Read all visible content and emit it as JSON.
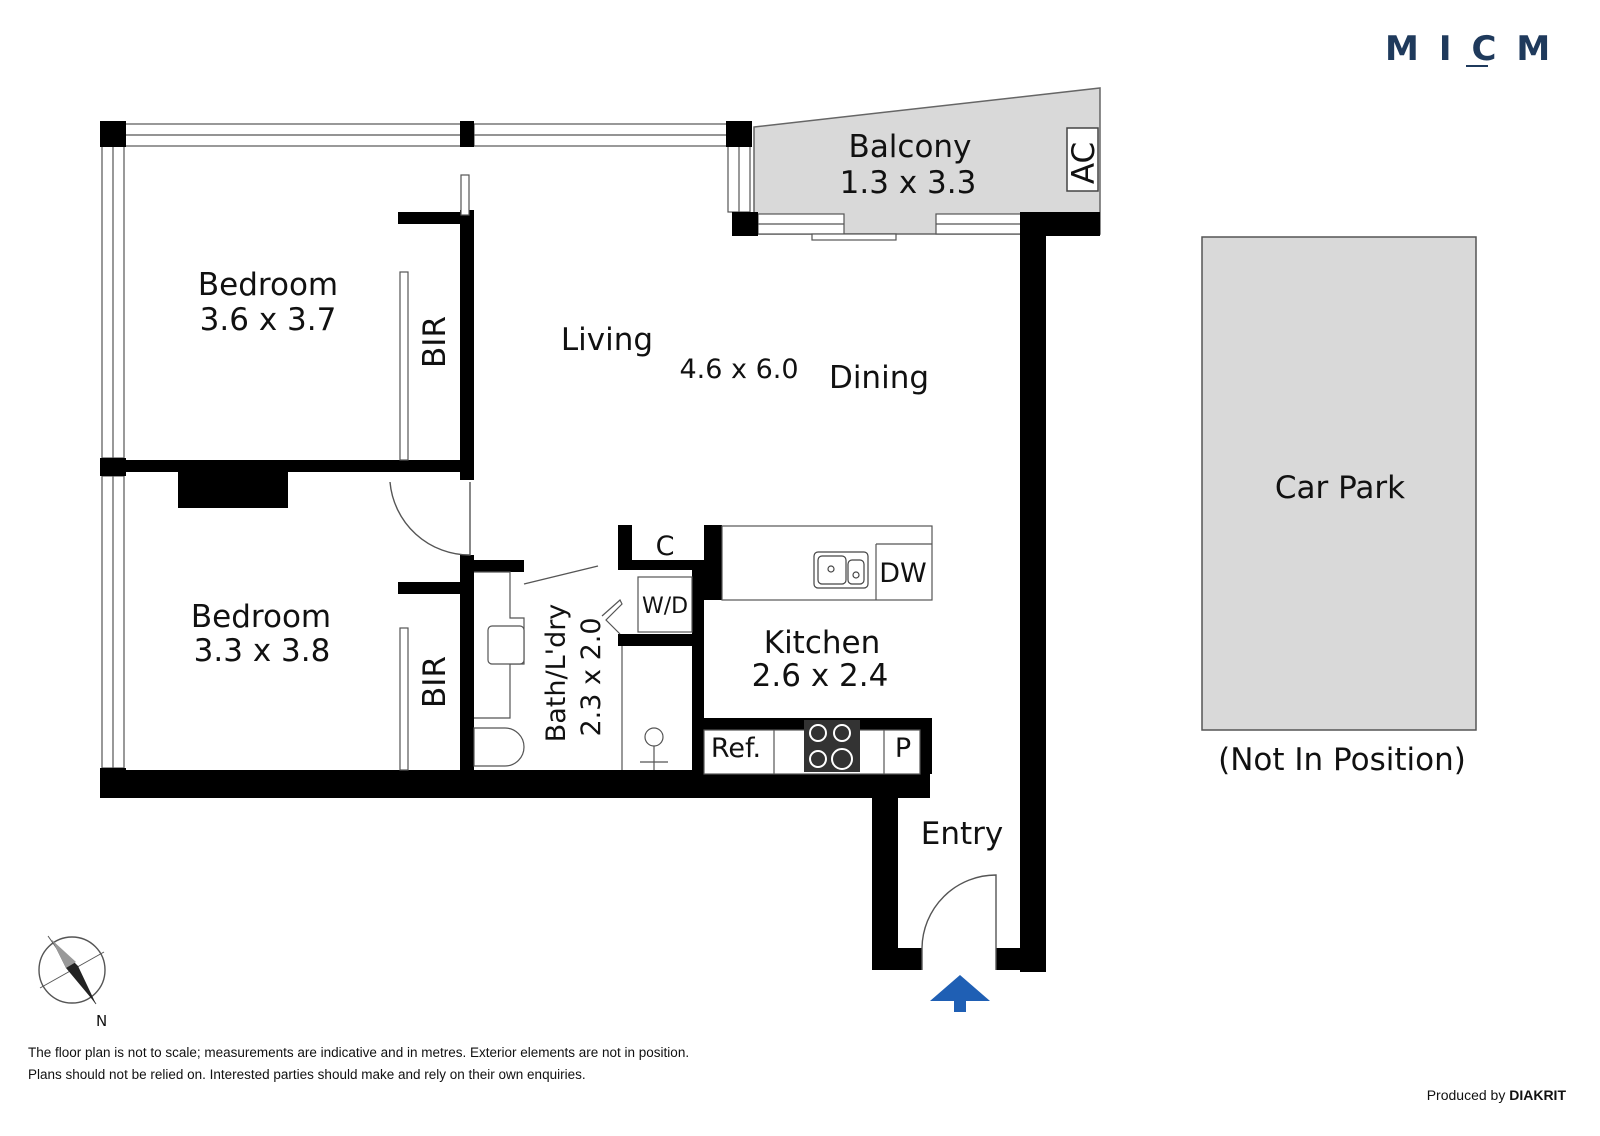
{
  "brand": {
    "logo_text": "MICM"
  },
  "rooms": {
    "balcony": {
      "name": "Balcony",
      "size": "1.3 x 3.3"
    },
    "ac": "AC",
    "bedroom1": {
      "name": "Bedroom",
      "size": "3.6 x 3.7"
    },
    "bedroom2": {
      "name": "Bedroom",
      "size": "3.3 x 3.8"
    },
    "bir": "BIR",
    "living": "Living",
    "living_size": "4.6 x 6.0",
    "dining": "Dining",
    "cupboard": "C",
    "dishwasher": "DW",
    "washer_dryer": "W/D",
    "bath": {
      "name": "Bath/L'dry",
      "size": "2.3 x 2.0"
    },
    "kitchen": {
      "name": "Kitchen",
      "size": "2.6 x 2.4"
    },
    "fridge": "Ref.",
    "pantry": "P",
    "entry": "Entry"
  },
  "car_park": {
    "name": "Car Park",
    "note": "(Not In Position)"
  },
  "compass": {
    "north": "N"
  },
  "disclaimer": {
    "line1": "The floor plan is not to scale; measurements are indicative and in metres. Exterior elements are not in position.",
    "line2": "Plans should not be relied on. Interested parties should make and rely on their own enquiries."
  },
  "credit": {
    "prefix": "Produced by",
    "company": "DIAKRIT"
  },
  "colors": {
    "wall": "#000000",
    "fill_grey": "#d9d9d9",
    "brand": "#1f3a5c",
    "entry_arrow": "#1f5fb4"
  }
}
